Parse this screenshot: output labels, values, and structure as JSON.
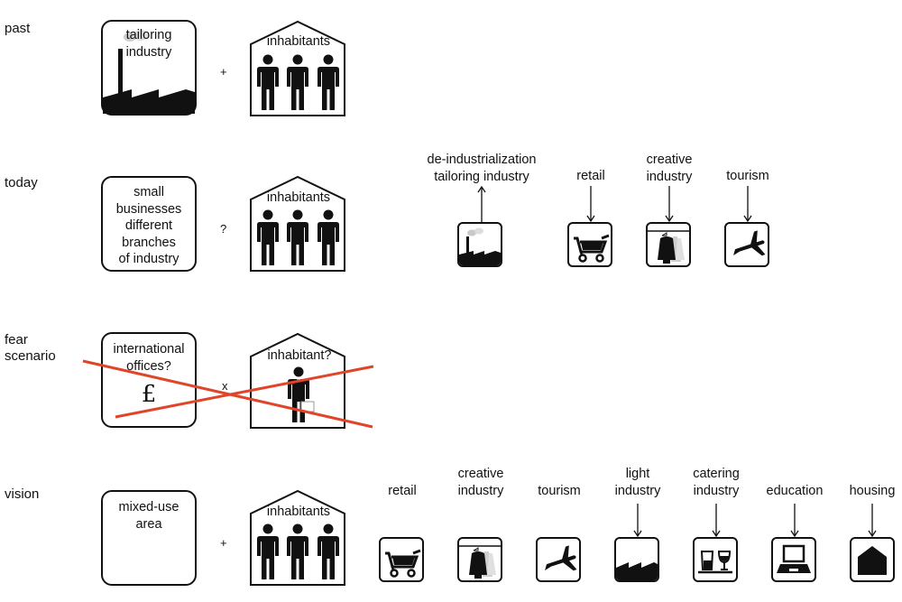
{
  "rows": {
    "past": {
      "label": "past",
      "factory_text": "tailoring\nindustry",
      "operator": "+",
      "house_text": "inhabitants"
    },
    "today": {
      "label": "today",
      "box_text": "small\nbusinesses\ndifferent\nbranches\nof industry",
      "operator": "?",
      "house_text": "inhabitants",
      "icons": [
        {
          "caption": "de-industrialization\ntailoring industry",
          "icon": "factory-icon",
          "direction": "out"
        },
        {
          "caption": "retail",
          "icon": "shopping-cart-icon",
          "direction": "in"
        },
        {
          "caption": "creative\nindustry",
          "icon": "clothes-rack-icon",
          "direction": "in"
        },
        {
          "caption": "tourism",
          "icon": "airplane-icon",
          "direction": "in"
        }
      ]
    },
    "fear": {
      "label": "fear\nscenario",
      "box_text": "international\noffices?",
      "currency": "£",
      "operator": "x",
      "house_text": "inhabitant?",
      "cross_color": "#e0452a"
    },
    "vision": {
      "label": "vision",
      "box_text": "mixed-use\narea",
      "operator": "+",
      "house_text": "inhabitants",
      "icons": [
        {
          "caption": "retail",
          "icon": "shopping-cart-icon",
          "direction": "none"
        },
        {
          "caption": "creative\nindustry",
          "icon": "clothes-rack-icon",
          "direction": "none"
        },
        {
          "caption": "tourism",
          "icon": "airplane-icon",
          "direction": "none"
        },
        {
          "caption": "light\nindustry",
          "icon": "factory-roof-icon",
          "direction": "in"
        },
        {
          "caption": "catering\nindustry",
          "icon": "glasses-icon",
          "direction": "in"
        },
        {
          "caption": "education",
          "icon": "laptop-icon",
          "direction": "in"
        },
        {
          "caption": "housing",
          "icon": "house-icon",
          "direction": "in"
        }
      ]
    }
  }
}
